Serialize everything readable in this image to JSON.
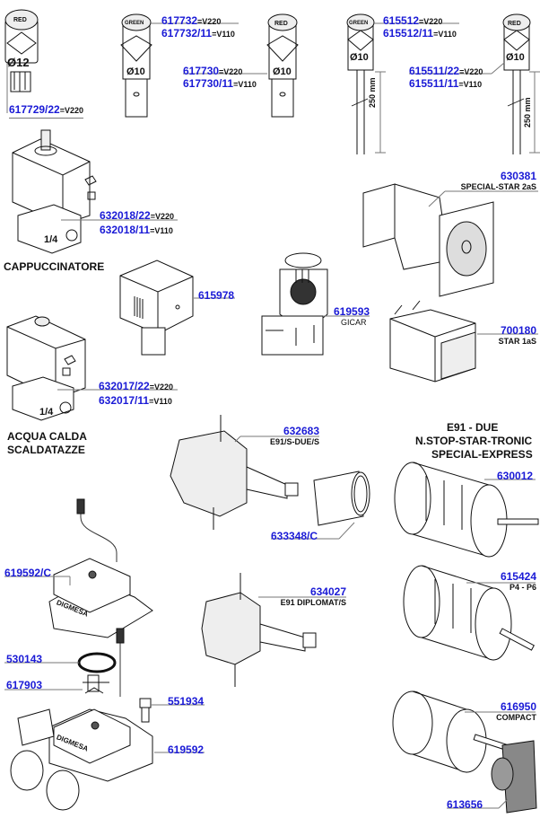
{
  "diagram": {
    "lamp_caps": {
      "red": "RED",
      "green": "GREEN"
    },
    "diameters": {
      "d12": "Ø12",
      "d10": "Ø10"
    },
    "wire_length": "250 mm",
    "thread_size": "1/4",
    "brand_digmesa": "DIGMESA",
    "voltages": {
      "v220": "=V220",
      "v110": "=V110"
    },
    "parts": [
      {
        "code": "617729/22",
        "voltage": "=V220"
      },
      {
        "code": "617732",
        "voltage": "=V220"
      },
      {
        "code": "617732/11",
        "voltage": "=V110"
      },
      {
        "code": "617730",
        "voltage": "=V220"
      },
      {
        "code": "617730/11",
        "voltage": "=V110"
      },
      {
        "code": "615512",
        "voltage": "=V220"
      },
      {
        "code": "615512/11",
        "voltage": "=V110"
      },
      {
        "code": "615511/22",
        "voltage": "=V220"
      },
      {
        "code": "615511/11",
        "voltage": "=V110"
      },
      {
        "code": "632018/22",
        "voltage": "=V220"
      },
      {
        "code": "632018/11",
        "voltage": "=V110"
      },
      {
        "code": "630381",
        "description": "SPECIAL-STAR 2aS"
      },
      {
        "code": "615978"
      },
      {
        "code": "619593",
        "description": "GICAR"
      },
      {
        "code": "700180",
        "description": "STAR 1aS"
      },
      {
        "code": "632017/22",
        "voltage": "=V220"
      },
      {
        "code": "632017/11",
        "voltage": "=V110"
      },
      {
        "code": "632683",
        "description": "E91/S-DUE/S"
      },
      {
        "code": "633348/C"
      },
      {
        "code": "630012"
      },
      {
        "code": "619592/C"
      },
      {
        "code": "634027",
        "description": "E91 DIPLOMAT/S"
      },
      {
        "code": "615424",
        "description": "P4 - P6"
      },
      {
        "code": "530143"
      },
      {
        "code": "617903"
      },
      {
        "code": "551934"
      },
      {
        "code": "619592"
      },
      {
        "code": "616950",
        "description": "COMPACT"
      },
      {
        "code": "613656"
      }
    ],
    "group_titles": {
      "cappuccinatore": "CAPPUCCINATORE",
      "acqua_calda_1": "ACQUA CALDA",
      "acqua_calda_2": "SCALDATAZZE",
      "e91_1": "E91 - DUE",
      "e91_2": "N.STOP-STAR-TRONIC",
      "e91_3": "SPECIAL-EXPRESS"
    }
  }
}
